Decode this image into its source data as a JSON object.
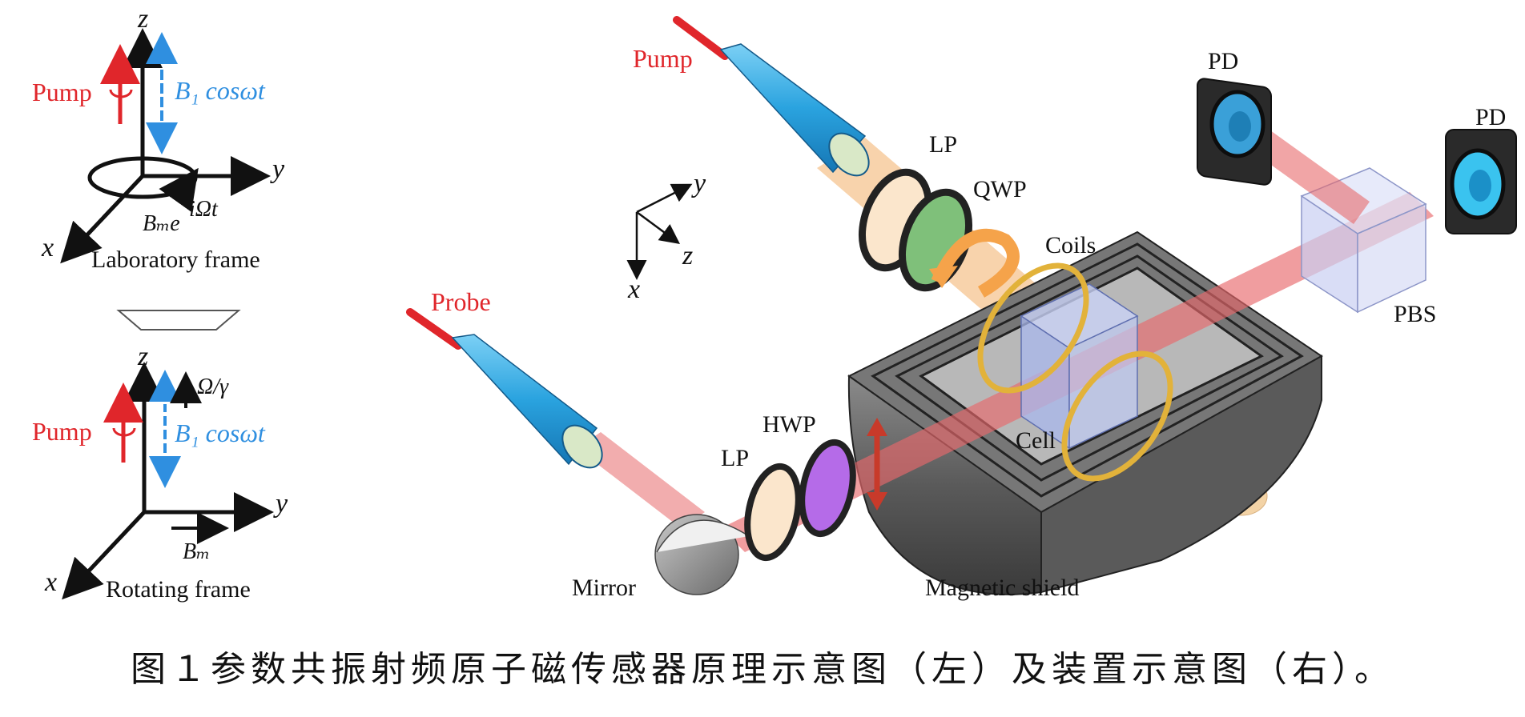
{
  "left_panel": {
    "top": {
      "axis_z": "z",
      "axis_y": "y",
      "axis_x": "x",
      "pump_label": "Pump",
      "b1_label": "B₁ cosωt",
      "bm_label": "Bₘe",
      "bm_exponent": "iΩt",
      "frame_label": "Laboratory frame"
    },
    "bottom": {
      "axis_z": "z",
      "axis_y": "y",
      "axis_x": "x",
      "pump_label": "Pump",
      "b1_label": "B₁ cosωt",
      "omega_label": "Ω/γ",
      "bm_label": "Bₘ",
      "frame_label": "Rotating frame"
    }
  },
  "right_panel": {
    "axes": {
      "y": "y",
      "z": "z",
      "x": "x"
    },
    "pump_label": "Pump",
    "probe_label": "Probe",
    "lp_top": "LP",
    "qwp": "QWP",
    "coils": "Coils",
    "cell": "Cell",
    "pd_top": "PD",
    "pd_right": "PD",
    "pbs": "PBS",
    "lp_bottom": "LP",
    "hwp": "HWP",
    "mirror": "Mirror",
    "shield": "Magnetic shield"
  },
  "caption": "图１参数共振射频原子磁传感器原理示意图（左）及装置示意图（右）。",
  "colors": {
    "pump_red": "#e0262b",
    "field_blue": "#2f8fe0",
    "fiber_blue": "#3aa8e0",
    "beam_red": "#e8696b",
    "beam_orange": "#f5c490",
    "shield_gray": "#5f5f5f",
    "coil_gold": "#e2b23a",
    "hwp_purple": "#b56be8",
    "qwp_green": "#7fc07a",
    "cube_blue": "#aab8ee"
  }
}
